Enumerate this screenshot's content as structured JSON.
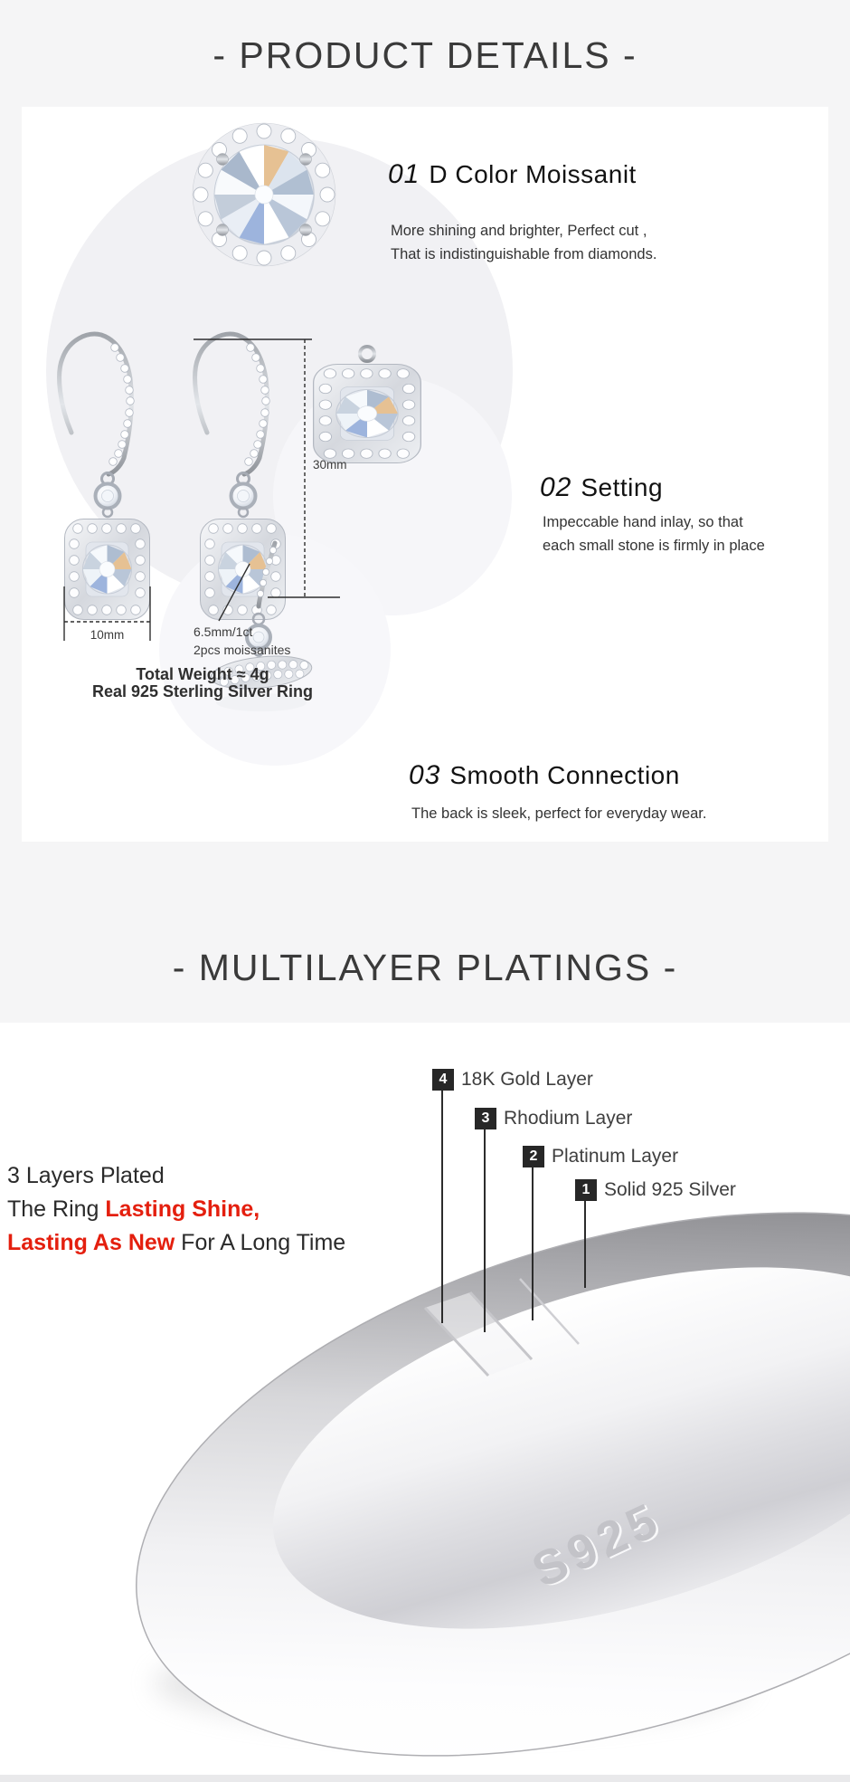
{
  "header": {
    "title": "- PRODUCT DETAILS -"
  },
  "details_card": {
    "features": [
      {
        "num": "01",
        "title": "D Color Moissanit",
        "desc1": "More shining and brighter, Perfect cut ,",
        "desc2": "That is indistinguishable from diamonds."
      },
      {
        "num": "02",
        "title": "Setting",
        "desc1": "Impeccable hand inlay, so that",
        "desc2": "each small stone is firmly in place"
      },
      {
        "num": "03",
        "title": "Smooth Connection",
        "desc1": "The back is sleek, perfect for everyday wear.",
        "desc2": ""
      }
    ],
    "measurements": {
      "drop_height": "30mm",
      "drop_width": "10mm",
      "stone_size": "6.5mm/1ct",
      "stone_count": "2pcs moissanites",
      "total_weight": "Total Weight ≈ 4g",
      "material": "Real 925 Sterling Silver Ring"
    }
  },
  "platings_section": {
    "title": "- MULTILAYER PLATINGS -",
    "intro": {
      "line1": "3 Layers Plated",
      "line2_dark": "The Ring ",
      "line2_red": "Lasting Shine,",
      "line3_red": "Lasting As New ",
      "line3_dark": "For A Long Time"
    },
    "layers": [
      {
        "num": "4",
        "label": "18K Gold Layer"
      },
      {
        "num": "3",
        "label": "Rhodium Layer"
      },
      {
        "num": "2",
        "label": "Platinum Layer"
      },
      {
        "num": "1",
        "label": "Solid 925 Silver"
      }
    ],
    "ring_engraving": "S925",
    "colors": {
      "red_accent": "#e41f0e",
      "badge_black": "#272727"
    }
  }
}
